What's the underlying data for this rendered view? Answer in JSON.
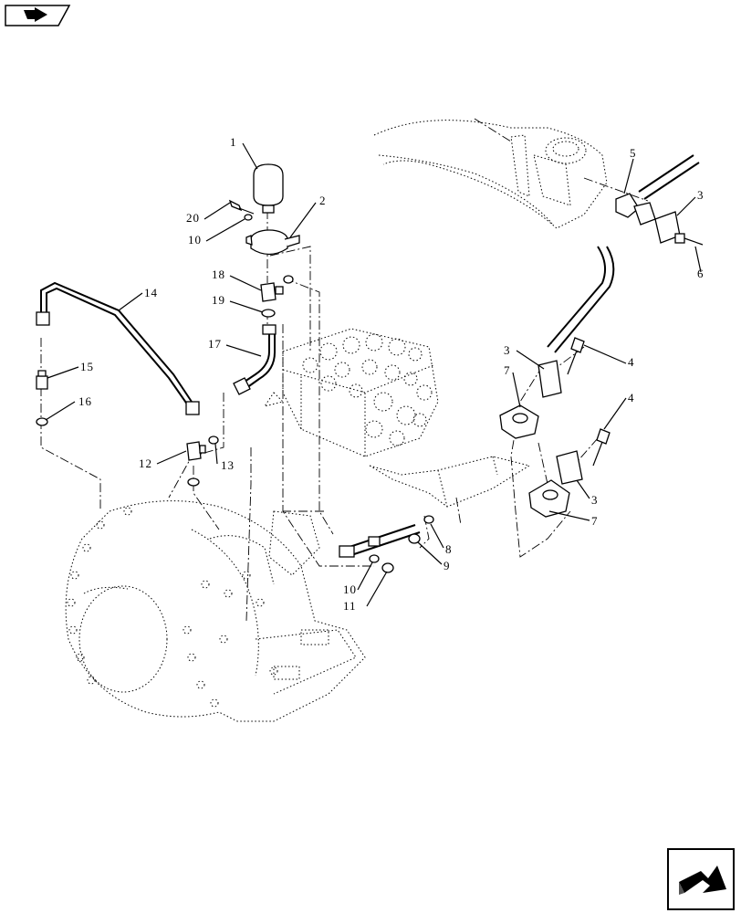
{
  "nav": {
    "top_icon": "nav-arrow-icon",
    "bottom_icon": "next-page-arrow-icon"
  },
  "callouts": [
    {
      "id": "c1",
      "label": "1"
    },
    {
      "id": "c2",
      "label": "2"
    },
    {
      "id": "c20",
      "label": "20"
    },
    {
      "id": "c10a",
      "label": "10"
    },
    {
      "id": "c18",
      "label": "18"
    },
    {
      "id": "c19",
      "label": "19"
    },
    {
      "id": "c17",
      "label": "17"
    },
    {
      "id": "c14",
      "label": "14"
    },
    {
      "id": "c15",
      "label": "15"
    },
    {
      "id": "c16",
      "label": "16"
    },
    {
      "id": "c12",
      "label": "12"
    },
    {
      "id": "c13",
      "label": "13"
    },
    {
      "id": "c5",
      "label": "5"
    },
    {
      "id": "c3a",
      "label": "3"
    },
    {
      "id": "c6",
      "label": "6"
    },
    {
      "id": "c3b",
      "label": "3"
    },
    {
      "id": "c7a",
      "label": "7"
    },
    {
      "id": "c4a",
      "label": "4"
    },
    {
      "id": "c4b",
      "label": "4"
    },
    {
      "id": "c3c",
      "label": "3"
    },
    {
      "id": "c7b",
      "label": "7"
    },
    {
      "id": "c8",
      "label": "8"
    },
    {
      "id": "c9",
      "label": "9"
    },
    {
      "id": "c10b",
      "label": "10"
    },
    {
      "id": "c11",
      "label": "11"
    }
  ]
}
